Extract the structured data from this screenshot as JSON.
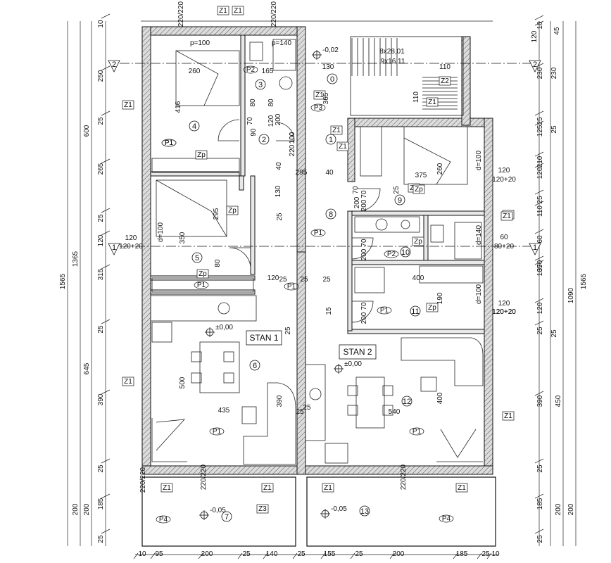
{
  "apartments": [
    {
      "key": "s1",
      "label": "STAN 1"
    },
    {
      "key": "s2",
      "label": "STAN 2"
    }
  ],
  "room_numbers": [
    "0",
    "1",
    "2",
    "3",
    "4",
    "5",
    "6",
    "7",
    "8",
    "9",
    "10",
    "11",
    "12",
    "13"
  ],
  "section_marks": [
    "1",
    "1",
    "2",
    "2"
  ],
  "levels": [
    "-0,02",
    "±0,00",
    "±0,00",
    "-0,05",
    "-0,05"
  ],
  "floor_tags": [
    "P1",
    "P1",
    "P1",
    "P1",
    "P1",
    "P1",
    "P1",
    "P1",
    "P2",
    "P2",
    "P3",
    "P4",
    "P4"
  ],
  "wall_tags": [
    "Z1",
    "Z1",
    "Z1",
    "Z1",
    "Z1",
    "Z1",
    "Z1",
    "Z1",
    "Z1",
    "Z1",
    "Z1",
    "Z1",
    "Z1",
    "Z1",
    "Z1",
    "Z1",
    "Z2",
    "Z3",
    "Zp",
    "Zp",
    "Zp",
    "Zp",
    "Zp",
    "Zp"
  ],
  "text_notes": [
    "p=100",
    "p=140",
    "8x28,01",
    "9x16,11"
  ],
  "inner_dims": {
    "room_sizes": [
      "260",
      "416",
      "165",
      "80",
      "70",
      "80",
      "120",
      "365",
      "130",
      "100",
      "220",
      "70",
      "200",
      "200",
      "40",
      "295",
      "40",
      "375",
      "260",
      "130",
      "110",
      "110",
      "295",
      "350",
      "80",
      "120",
      "70",
      "200",
      "70",
      "200",
      "400",
      "190",
      "70",
      "200",
      "15",
      "500",
      "435",
      "390",
      "400",
      "540",
      "25",
      "25",
      "25",
      "25",
      "25",
      "25",
      "25",
      "25",
      "100",
      "90"
    ],
    "openings": [
      "120",
      "120+20",
      "60",
      "80+20",
      "120+20",
      "120",
      "120+20",
      "120",
      "120+20",
      "220/220",
      "220/220",
      "220/220",
      "220/220",
      "220/220",
      "d=100",
      "d=100",
      "d=140",
      "d=100"
    ]
  },
  "dims_left": {
    "outer": [
      "1565"
    ],
    "mid": [
      "1365",
      "200"
    ],
    "inner": [
      "600",
      "645",
      "200"
    ],
    "chain": [
      "10",
      "250",
      "25",
      "265",
      "25",
      "120",
      "315",
      "25",
      "390",
      "25",
      "185",
      "25"
    ]
  },
  "dims_right": {
    "outer": [
      "1565"
    ],
    "mid": [
      "1090",
      "200"
    ],
    "inner": [
      "450",
      "200"
    ],
    "chain": [
      "10",
      "45",
      "230",
      "25",
      "125",
      "210",
      "120",
      "25",
      "110",
      "60",
      "370",
      "105",
      "120",
      "25",
      "390",
      "25",
      "185",
      "25"
    ],
    "small": [
      "120",
      "230",
      "25",
      "25"
    ]
  },
  "dims_bottom": {
    "chain": [
      "10",
      "95",
      "200",
      "25",
      "140",
      "25",
      "155",
      "25",
      "200",
      "185",
      "25",
      "10"
    ]
  },
  "colors": {
    "wall_fill": "#d0d0d0",
    "line": "#111111",
    "hatch": "#333333",
    "dim_line": "#222222"
  }
}
